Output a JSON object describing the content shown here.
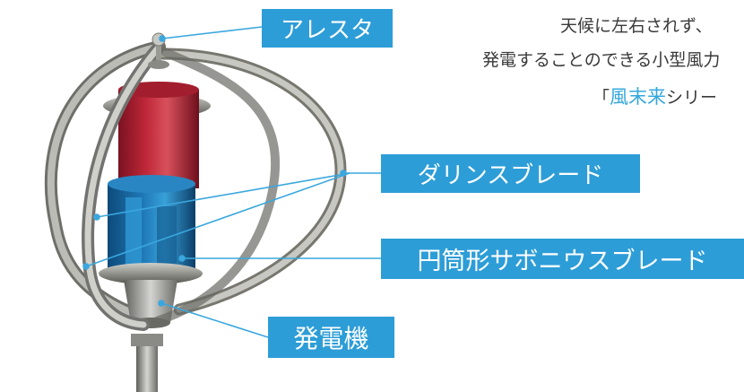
{
  "labels": {
    "arrester": "アレスタ",
    "darrieus_blade": "ダリンスブレード",
    "savonius_blade": "円筒形サボニウスブレード",
    "generator": "発電機"
  },
  "tagline": {
    "line1": "天候に左右されず、",
    "line2": "発電することのできる小型風力",
    "line3_open": "「",
    "line3_brand": "風末来",
    "line3_rest": "シリー"
  },
  "colors": {
    "label_bg": "#2d9dd7",
    "label_text": "#ffffff",
    "leader_line": "#3aa7de",
    "brand": "#34a8dc",
    "cylinder_red": "#c0283a",
    "cylinder_blue": "#1f78b6",
    "blade_metal": "#9a9a96"
  }
}
